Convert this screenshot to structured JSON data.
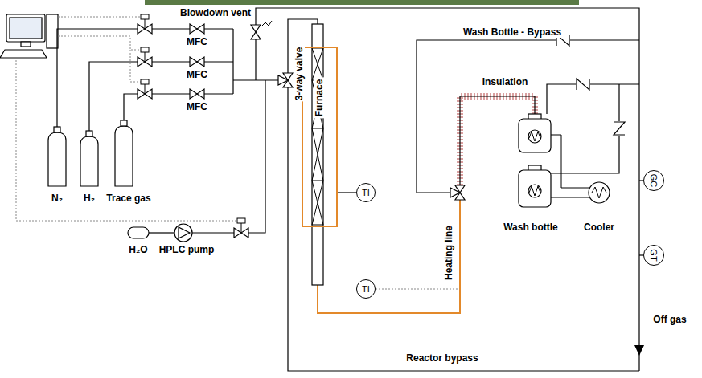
{
  "diagram": {
    "nodes": [
      {
        "text": [
          "Furnace"
        ]
      },
      {
        "text": [
          "TI"
        ]
      },
      {
        "text": [
          "TI"
        ]
      },
      {
        "text": [
          "GC"
        ]
      },
      {
        "text": [
          "GT"
        ]
      }
    ],
    "edges": [
      {
        "from": 0,
        "to": 1,
        "arrow": "none"
      }
    ],
    "labels": [
      "Blowdown vent",
      "MFC",
      "MFC",
      "MFC",
      "N₂",
      "H₂",
      "Trace gas",
      "H₂O",
      "HPLC pump",
      "3-way valve",
      "Wash Bottle - Bypass",
      "Insulation",
      "Heating line",
      "Wash bottle",
      "Cooler",
      "Off gas",
      "Reactor bypass"
    ]
  }
}
